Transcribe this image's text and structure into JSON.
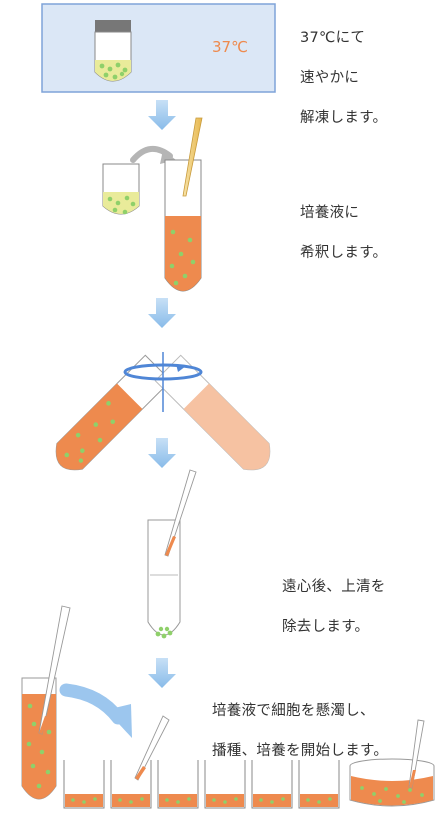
{
  "bath_temperature": "37℃",
  "steps": [
    {
      "lines": [
        "37℃にて",
        "速やかに",
        "解凍します。"
      ]
    },
    {
      "lines": [
        "培養液に",
        "希釈します。"
      ]
    },
    {
      "lines": [
        "遠心後、上清を",
        "除去します。"
      ]
    },
    {
      "lines": [
        "培養液で細胞を懸濁し、",
        "播種、培養を開始します。"
      ]
    }
  ],
  "colors": {
    "medium_orange": "#ee8a4e",
    "medium_light": "#f6c2a2",
    "cell_green": "#8fd06a",
    "vial_liquid": "#e9eb9a",
    "bath_fill": "#dbe7f6",
    "bath_border": "#7fa3d8",
    "arrow_blue": "#9cc6ee",
    "rotor_blue": "#4f86d6",
    "pipette_tip": "#f4d27a"
  }
}
